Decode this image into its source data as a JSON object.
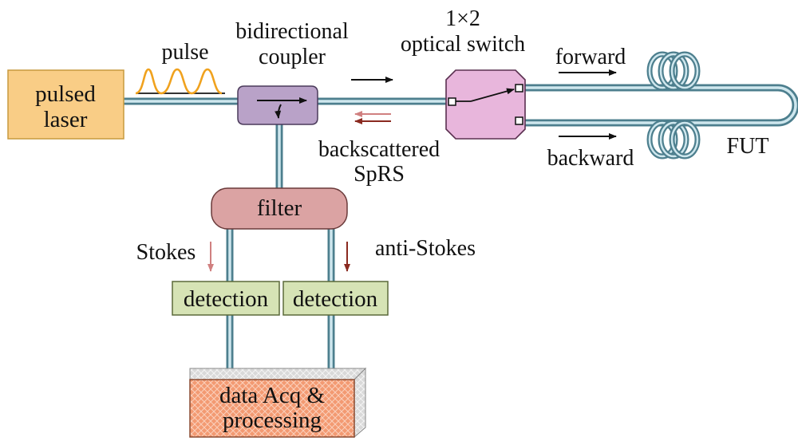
{
  "labels": {
    "pulse": "pulse",
    "coupler_line1": "bidirectional",
    "coupler_line2": "coupler",
    "switch_line1": "1×2",
    "switch_line2": "optical switch",
    "forward": "forward",
    "backward": "backward",
    "fut": "FUT",
    "backscattered_line1": "backscattered",
    "backscattered_line2": "SpRS",
    "stokes": "Stokes",
    "anti_stokes": "anti-Stokes"
  },
  "boxes": {
    "pulsed_laser_line1": "pulsed",
    "pulsed_laser_line2": "laser",
    "filter": "filter",
    "detection_stokes": "detection",
    "detection_anti_stokes": "detection",
    "data_acq_line1": "data Acq &",
    "data_acq_line2": "processing"
  },
  "colors": {
    "laser_fill": "#f9cd86",
    "coupler_fill": "#b9a2c8",
    "switch_fill": "#e8b6dc",
    "filter_fill": "#dba3a3",
    "detection_fill": "#d6e3b5",
    "daq_fill": "#f39a72",
    "fiber": "#4d7f8e",
    "pulse": "#f0a21e",
    "stokes_arrow": "#d08080",
    "anti_stokes_arrow": "#8a2a20"
  }
}
